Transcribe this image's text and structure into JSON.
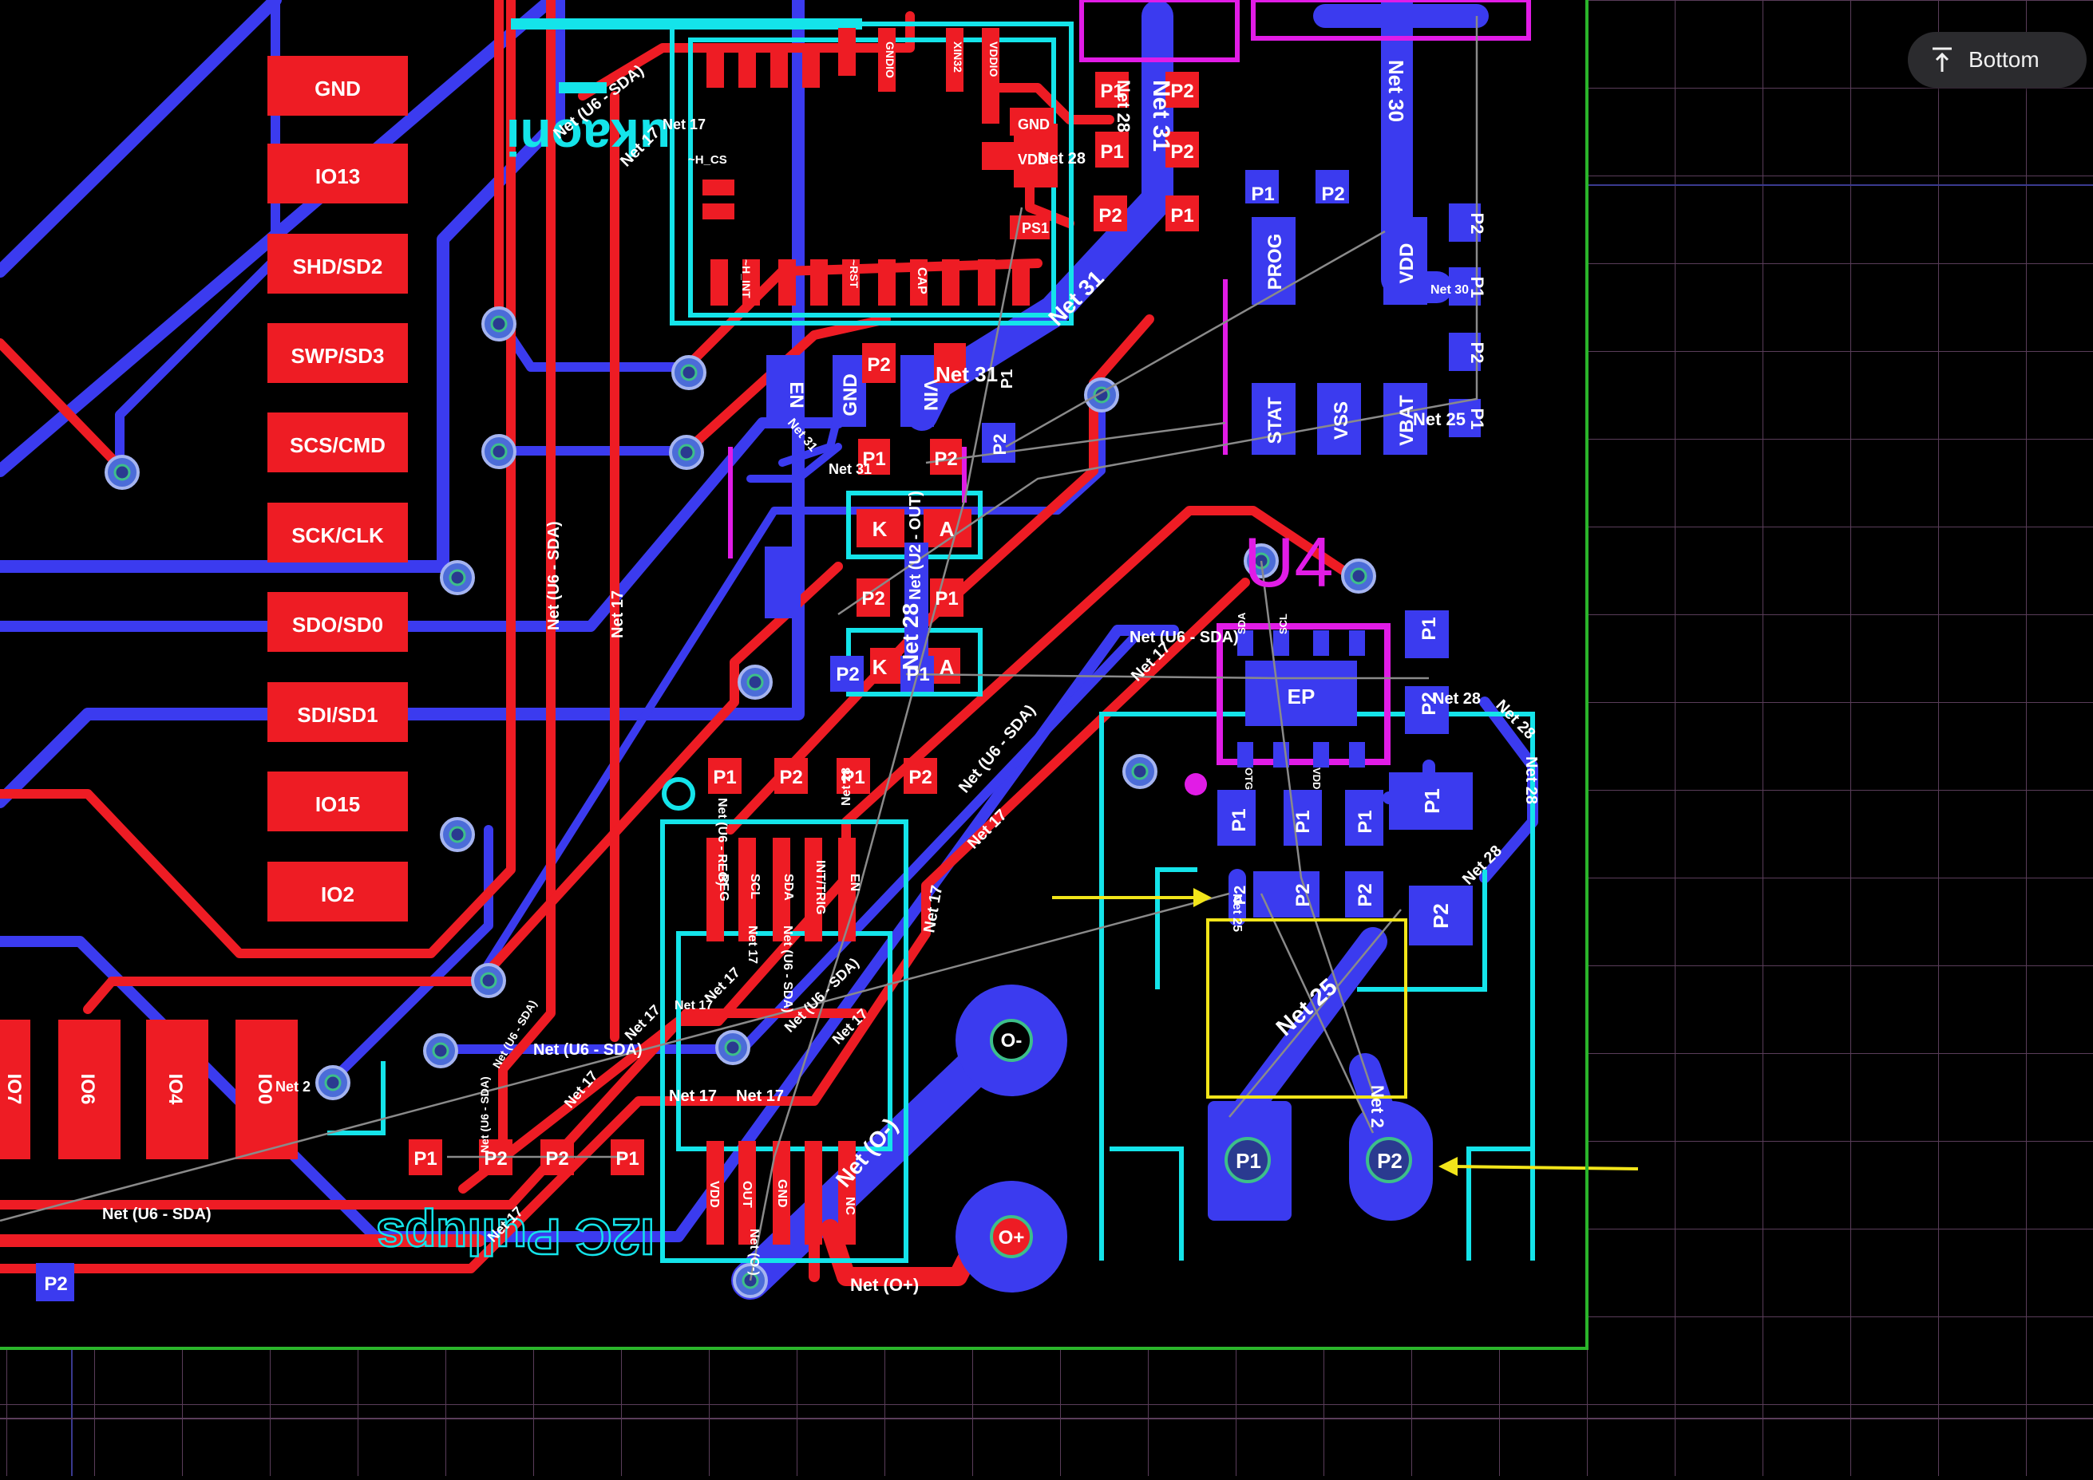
{
  "toolbar": {
    "layer_toggle_label": "Bottom",
    "layer_toggle_icon": "align-top-icon"
  },
  "colors": {
    "top_copper": "#ee1c24",
    "bottom_copper": "#3b3bef",
    "silkscreen": "#14e4ea",
    "courtyard": "#e11ce6",
    "selection": "#f2e51a",
    "ratsnest": "#8a8a8a",
    "board_edge": "#2bb52b",
    "grid": "#5a3d5a"
  },
  "pads_left": [
    "GND",
    "IO13",
    "SHD/SD2",
    "SWP/SD3",
    "SCS/CMD",
    "SCK/CLK",
    "SDO/SD0",
    "SDI/SD1",
    "IO15",
    "IO2"
  ],
  "pads_bottom": [
    "IO7",
    "IO6",
    "IO4",
    "IO0"
  ],
  "silk_text": {
    "logo_top": "ukaoni",
    "logo_bottom": "I2C Pullups",
    "ref_u4": "U4"
  },
  "chip_top_pins": [
    "GNDIO",
    "XIN32",
    "VDDIO"
  ],
  "chip_bottom_pins": [
    "~H_INT",
    "~RST",
    "CAP"
  ],
  "chip_side": {
    "cs": "~H_CS",
    "gnd": "GND",
    "vdd": "VDD",
    "ps1": "PS1"
  },
  "charger_pins": {
    "prog": "PROG",
    "stat": "STAT",
    "vss": "VSS",
    "vbat": "VBAT",
    "vdd": "VDD"
  },
  "regulator_pins": {
    "en": "EN",
    "gnd": "GND",
    "vin": "VIN"
  },
  "ldo_pins": {
    "reg": "REG",
    "scl": "SCL",
    "sda": "SDA",
    "int": "INT/TRIG",
    "en": "EN",
    "vdd": "VDD",
    "out": "OUT",
    "gnd": "GND",
    "nc": "NC"
  },
  "u4_pins": {
    "sda": "SDA",
    "scl": "SCL",
    "ep": "EP",
    "otg": "OTG",
    "vdd": "VDD"
  },
  "diodes": {
    "k": "K",
    "a": "A"
  },
  "pad_labels": {
    "p1": "P1",
    "p2": "P2"
  },
  "battery": {
    "neg": "O-",
    "pos": "O+"
  },
  "nets": {
    "sda": "Net (U6 - SDA)",
    "reg": "Net (U6 - REG)",
    "n17": "Net 17",
    "n25": "Net 25",
    "n28": "Net 28",
    "n30": "Net 30",
    "n31": "Net 31",
    "n2": "Net 2",
    "n2s": "Net 2",
    "oneg": "Net (O-)",
    "opos": "Net (O+)",
    "out": "Net (U2 - OUT)"
  }
}
